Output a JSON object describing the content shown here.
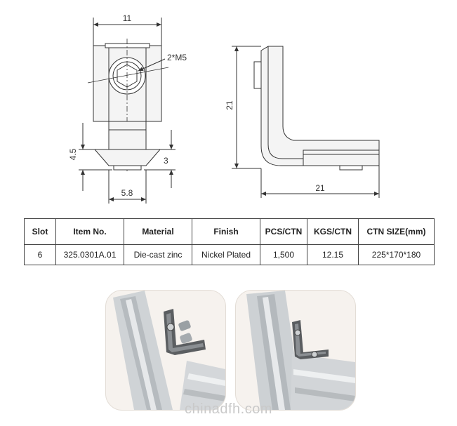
{
  "drawing": {
    "front_view": {
      "width_label": "11",
      "screw_label": "2*M5",
      "height_label": "4.5",
      "depth_label": "3",
      "bottom_label": "5.8"
    },
    "side_view": {
      "height_label": "21",
      "width_label": "21"
    }
  },
  "spec_table": {
    "headers": [
      "Slot",
      "Item No.",
      "Material",
      "Finish",
      "PCS/CTN",
      "KGS/CTN",
      "CTN SIZE(mm)"
    ],
    "rows": [
      [
        "6",
        "325.0301A.01",
        "Die-cast zinc",
        "Nickel Plated",
        "1,500",
        "12.15",
        "225*170*180"
      ]
    ]
  },
  "photos": [
    {
      "name": "photo-corner-bracket-with-screws"
    },
    {
      "name": "photo-corner-bracket-installed"
    }
  ],
  "watermark": "chinadfh.com",
  "colors": {
    "line": "#333333",
    "table_border": "#444444",
    "photo_background": "#f6f2ee",
    "watermark": "#c9c9c9"
  }
}
